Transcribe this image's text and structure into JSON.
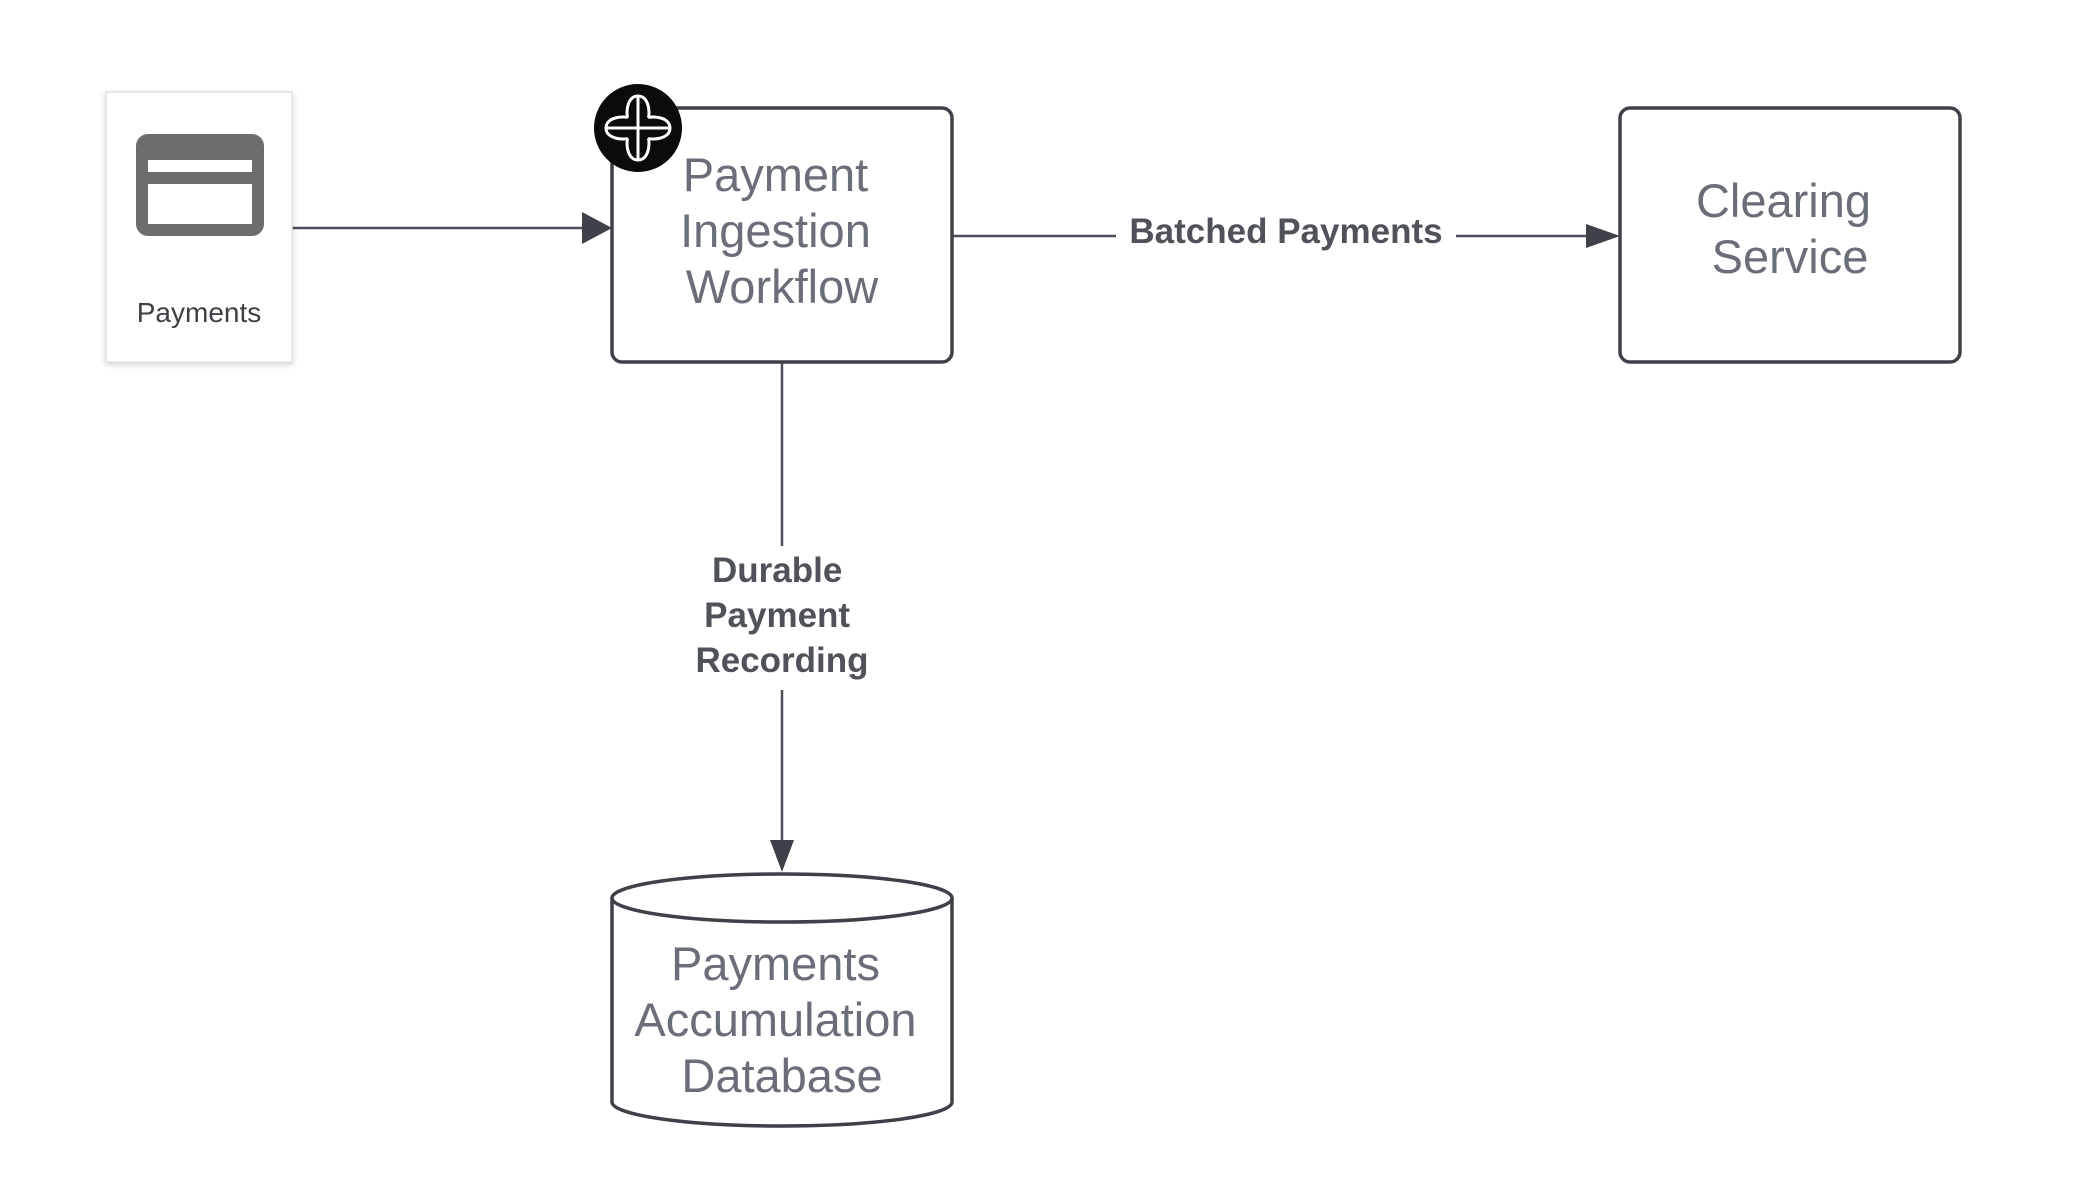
{
  "diagram": {
    "source": {
      "label": "Payments",
      "icon": "credit-card-icon"
    },
    "ingestion": {
      "lines": [
        "Payment",
        "Ingestion",
        "Workflow"
      ],
      "badge_icon": "temporal-logo-icon"
    },
    "clearing": {
      "lines": [
        "Clearing",
        "Service"
      ]
    },
    "database": {
      "lines": [
        "Payments",
        "Accumulation",
        "Database"
      ]
    },
    "edges": {
      "batched": "Batched Payments",
      "durable": [
        "Durable",
        "Payment",
        "Recording"
      ]
    }
  },
  "colors": {
    "stroke": "#3e4147",
    "node_text": "#6a6e78",
    "edge_text": "#4f5258",
    "icon": "#6d6d6d",
    "badge": "#0b0b0b"
  }
}
